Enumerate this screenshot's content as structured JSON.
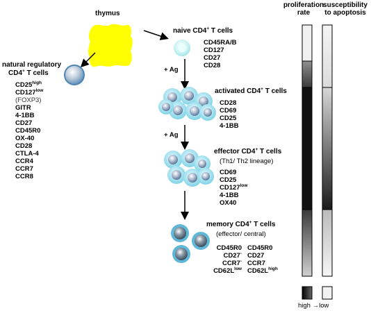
{
  "thymus": {
    "label": "thymus"
  },
  "treg": {
    "title_line1": "natural regulatory",
    "title_line2_pre": "CD4",
    "title_sup": "+",
    "title_line2_post": " T cells",
    "markers": [
      {
        "text": "CD25",
        "sup": "high",
        "bold": true
      },
      {
        "text": "CD127",
        "sup": "low",
        "bold": true
      },
      {
        "text": "(FOXP3)",
        "sup": "",
        "bold": false
      },
      {
        "text": "GITR",
        "sup": "",
        "bold": true
      },
      {
        "text": "4-1BB",
        "sup": "",
        "bold": true
      },
      {
        "text": "CD27",
        "sup": "",
        "bold": true
      },
      {
        "text": "CD45R0",
        "sup": "",
        "bold": true
      },
      {
        "text": "OX-40",
        "sup": "",
        "bold": true
      },
      {
        "text": "CD28",
        "sup": "",
        "bold": true
      },
      {
        "text": "CTLA-4",
        "sup": "",
        "bold": true
      },
      {
        "text": "CCR4",
        "sup": "",
        "bold": true
      },
      {
        "text": "CCR7",
        "sup": "",
        "bold": true
      },
      {
        "text": "CCR8",
        "sup": "",
        "bold": true
      }
    ]
  },
  "naive": {
    "title_pre": "naive CD4",
    "title_sup": "+",
    "title_post": " T cells",
    "markers": [
      {
        "text": "CD45RA/B",
        "sup": ""
      },
      {
        "text": "CD127",
        "sup": ""
      },
      {
        "text": "CD27",
        "sup": ""
      },
      {
        "text": "CD28",
        "sup": ""
      }
    ]
  },
  "arrow_label_1": "+ Ag",
  "arrow_label_2": "+ Ag",
  "activated": {
    "title_pre": "activated CD4",
    "title_sup": "+",
    "title_post": " T cells",
    "markers": [
      {
        "text": "CD28",
        "sup": ""
      },
      {
        "text": "CD69",
        "sup": ""
      },
      {
        "text": "CD25",
        "sup": ""
      },
      {
        "text": "4-1BB",
        "sup": ""
      }
    ]
  },
  "effector": {
    "title_pre": "effector CD4",
    "title_sup": "+",
    "title_post": " T cells",
    "subtitle": "(Th1/ Th2 lineage)",
    "markers": [
      {
        "text": "CD69",
        "sup": ""
      },
      {
        "text": "CD25",
        "sup": ""
      },
      {
        "text": "CD127",
        "sup": "low"
      },
      {
        "text": "4-1BB",
        "sup": ""
      },
      {
        "text": "OX40",
        "sup": ""
      }
    ]
  },
  "memory": {
    "title_pre": "memory CD4",
    "title_sup": "+",
    "title_post": " T cells",
    "subtitle": "(effector/ central)",
    "effector_markers": [
      {
        "text": "CD45R0",
        "sup": ""
      },
      {
        "text": "CD27",
        "sup": "-"
      },
      {
        "text": "CCR7",
        "sup": "-"
      },
      {
        "text": "CD62L",
        "sup": "low"
      }
    ],
    "central_markers": [
      {
        "text": "CD45R0",
        "sup": ""
      },
      {
        "text": "CD27",
        "sup": ""
      },
      {
        "text": "CCR7",
        "sup": ""
      },
      {
        "text": "CD62L",
        "sup": "high"
      }
    ]
  },
  "columns": {
    "proliferation_line1": "proliferation",
    "proliferation_line2": "rate",
    "apoptosis_line1": "susceptibility",
    "apoptosis_line2": "to apoptosis"
  },
  "legend": {
    "high": "high",
    "arrow": "→",
    "low": "low"
  },
  "colors": {
    "thymus": "#ffff00",
    "cell_light": "#aee8f0",
    "cell_blue": "#5fb8d8",
    "cell_core": "#6f89a8",
    "bar_dark": "#111111",
    "bar_light": "#eeeeee"
  }
}
